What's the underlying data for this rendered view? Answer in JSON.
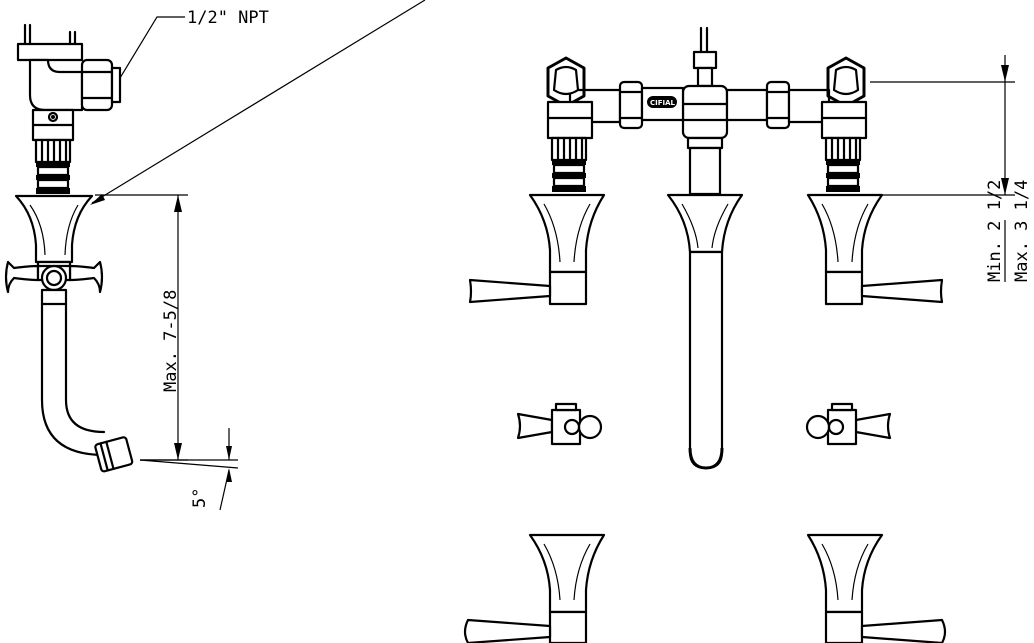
{
  "labels": {
    "npt": "1/2\" NPT",
    "max_height": "Max. 7-5/8",
    "angle": "5°",
    "min_deck": "Min. 2 1/2",
    "max_deck": "Max. 3 1/4",
    "logo": "CIFIAL"
  },
  "colors": {
    "line": "#000000",
    "background": "#ffffff"
  }
}
